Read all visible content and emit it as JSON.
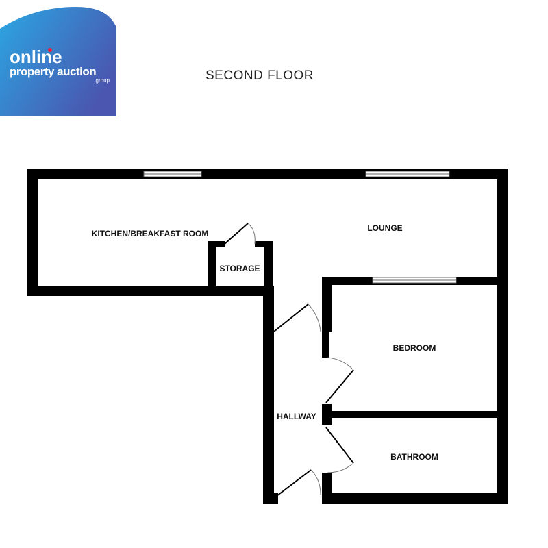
{
  "logo": {
    "line1": "online",
    "line2": "property auction",
    "line3": "group",
    "colors": {
      "gradient_start": "#2ba7e2",
      "gradient_end": "#4a56b0",
      "text": "#ffffff",
      "accent": "#e5203a"
    }
  },
  "floor_title": "SECOND FLOOR",
  "rooms": {
    "kitchen": "KITCHEN/BREAKFAST ROOM",
    "lounge": "LOUNGE",
    "storage": "STORAGE",
    "bedroom": "BEDROOM",
    "hallway": "HALLWAY",
    "bathroom": "BATHROOM"
  },
  "colors": {
    "wall": "#000000",
    "window": "#666666",
    "door_arc": "#777777"
  }
}
